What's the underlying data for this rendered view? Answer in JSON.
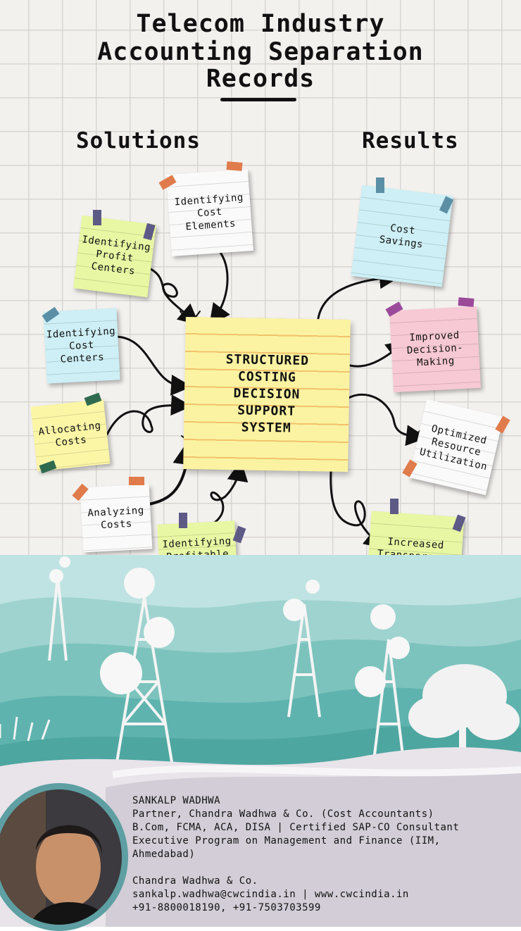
{
  "title": {
    "line1": "Telecom Industry",
    "line2": "Accounting Separation",
    "line3": "Records"
  },
  "columns": {
    "solutions": "Solutions",
    "results": "Results"
  },
  "center": {
    "label": "STRUCTURED\nCOSTING\nDECISION\nSUPPORT\nSYSTEM"
  },
  "solutions": [
    {
      "id": "cost-elements",
      "label": "Identifying\nCost\nElements"
    },
    {
      "id": "profit-centers",
      "label": "Identifying\nProfit\nCenters"
    },
    {
      "id": "cost-centers",
      "label": "Identifying\nCost\nCenters"
    },
    {
      "id": "allocating-costs",
      "label": "Allocating\nCosts"
    },
    {
      "id": "analyzing-costs",
      "label": "Analyzing\nCosts"
    },
    {
      "id": "profitable-products",
      "label": "Identifying\nProfitable\nProducts/\nServices"
    }
  ],
  "results": [
    {
      "id": "cost-savings",
      "label": "Cost\nSavings"
    },
    {
      "id": "decision-making",
      "label": "Improved\nDecision-\nMaking"
    },
    {
      "id": "resource-utilization",
      "label": "Optimized\nResource\nUtilization"
    },
    {
      "id": "transparency",
      "label": "Increased\nTransparency"
    }
  ],
  "footer": {
    "name": "SANKALP WADHWA",
    "role": "Partner, Chandra Wadhwa & Co. (Cost Accountants)",
    "credentials": "B.Com, FCMA, ACA, DISA | Certified SAP-CO Consultant",
    "program_line1": "Executive Program on Management and Finance (IIM,",
    "program_line2": "Ahmedabad)",
    "firm": "Chandra Wadhwa & Co.",
    "contact": "sankalp.wadhwa@cwcindia.in | www.cwcindia.in",
    "phones": "+91-8800018190, +91-7503703599"
  },
  "colors": {
    "note_yellow": "#fbf6a6",
    "note_green": "#e8f7a3",
    "note_blue": "#cdeff5",
    "note_pink": "#f7c9d4",
    "sky_teal": "#bfe3e2",
    "hill_teal": "#5fb3ae"
  },
  "icons": [
    "photo-avatar",
    "telecom-tower-icon",
    "tree-icon"
  ]
}
